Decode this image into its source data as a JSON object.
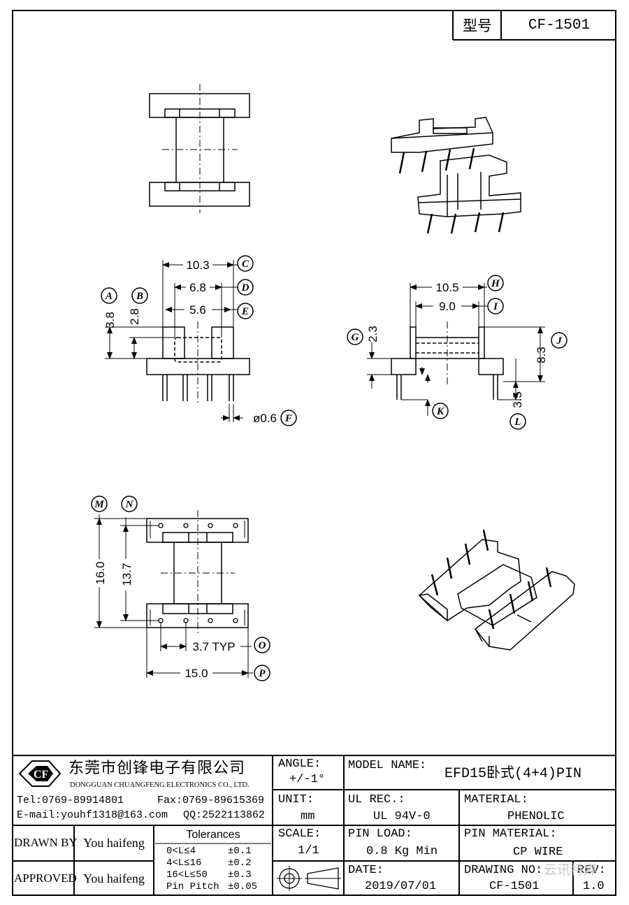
{
  "header": {
    "model_label": "型号",
    "model_value": "CF-1501"
  },
  "dims": {
    "top_width": "10.3",
    "mid_width": "6.8",
    "inner_width": "5.6",
    "h_a": "3.8",
    "h_b": "2.8",
    "pin_dia": "ø0.6",
    "side_outer": "10.5",
    "side_inner": "9.0",
    "side_g": "2.3",
    "side_j": "8.3",
    "side_l": "3.5",
    "bot_m": "16.0",
    "bot_n": "13.7",
    "bot_pitch": "3.7 TYP",
    "bot_width": "15.0"
  },
  "callouts": [
    "A",
    "B",
    "C",
    "D",
    "E",
    "F",
    "G",
    "H",
    "I",
    "J",
    "K",
    "L",
    "M",
    "N",
    "O",
    "P"
  ],
  "title_block": {
    "company_cn": "东莞市创锋电子有限公司",
    "company_en": "DONGGUAN CHUANGFENG ELECTRONICS CO., LTD.",
    "logo_text": "CF",
    "tel": "Tel:0769-89914801",
    "fax": "Fax:0769-89615369",
    "email": "E-mail:youhf1318@163.com",
    "qq": "QQ:2522113862",
    "drawn_by_label": "DRAWN BY",
    "drawn_by": "You haifeng",
    "approved_label": "APPROVED",
    "approved_by": "You haifeng",
    "tolerances_label": "Tolerances",
    "tol_rows": [
      {
        "range": "0<L≤4",
        "val": "±0.1"
      },
      {
        "range": "4<L≤16",
        "val": "±0.2"
      },
      {
        "range": "16<L≤50",
        "val": "±0.3"
      },
      {
        "range": "Pin Pitch",
        "val": "±0.05"
      }
    ],
    "angle_label": "ANGLE:",
    "angle": "+/-1°",
    "unit_label": "UNIT:",
    "unit": "mm",
    "scale_label": "SCALE:",
    "scale": "1/1",
    "model_name_label": "MODEL NAME:",
    "model_name": "EFD15卧式(4+4)PIN",
    "ul_label": "UL REC.:",
    "ul": "UL 94V-0",
    "material_label": "MATERIAL:",
    "material": "PHENOLIC",
    "pin_load_label": "PIN LOAD:",
    "pin_load": "0.8 Kg Min",
    "pin_material_label": "PIN MATERIAL:",
    "pin_material": "CP WIRE",
    "date_label": "DATE:",
    "date": "2019/07/01",
    "drawing_no_label": "DRAWING NO:",
    "drawing_no": "CF-1501",
    "rev_label": "REV:",
    "rev": "1.0"
  },
  "watermark": "云讯特媒"
}
